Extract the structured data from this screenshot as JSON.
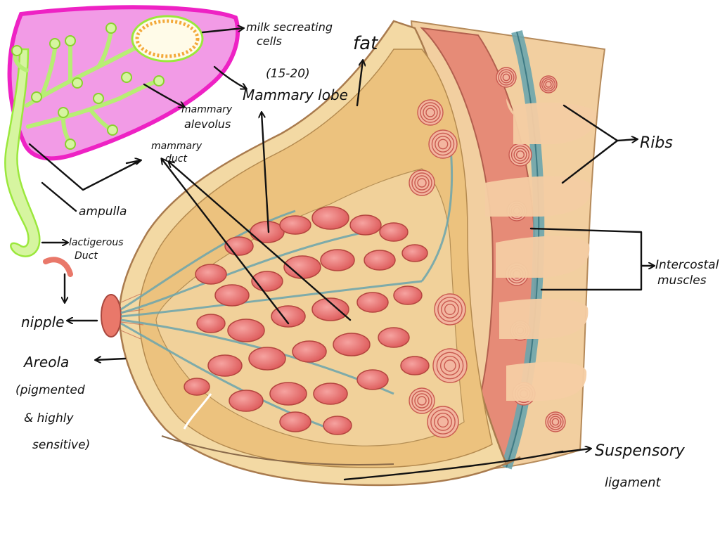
{
  "labels": {
    "milk_secreting_cells_line1": "milk secreating",
    "milk_secreting_cells_line2": "cells",
    "fat": "fat",
    "mammary_lobe_count": "(15-20)",
    "mammary_lobe": "Mammary lobe",
    "mammary_alveolus_line1": "mammary",
    "mammary_alveolus_line2": "alevolus",
    "mammary_duct_line1": "mammary",
    "mammary_duct_line2": "duct",
    "ampulla": "ampulla",
    "lactiferous_duct_line1": "lactigerous",
    "lactiferous_duct_line2": "Duct",
    "nipple": "nipple",
    "areola": "Areola",
    "areola_note_line1": "(pigmented",
    "areola_note_line2": "& highly",
    "areola_note_line3": "sensitive)",
    "ribs": "Ribs",
    "intercostal_line1": "Intercostal",
    "intercostal_line2": "muscles",
    "suspensory_line1": "Suspensory",
    "suspensory_line2": "ligament"
  },
  "colors": {
    "inset_fill": "#f29be6",
    "inset_border": "#ee22c4",
    "duct_green": "#d6f5a0",
    "duct_outline": "#9be83c",
    "skin": "#f3d9a4",
    "fat_tissue": "#ecc27e",
    "lobule": "#e86c6c",
    "fascia_blue": "#6ba5ad",
    "muscle": "#d9685c",
    "rib": "#f5cda4",
    "nipple": "#e9786a"
  }
}
